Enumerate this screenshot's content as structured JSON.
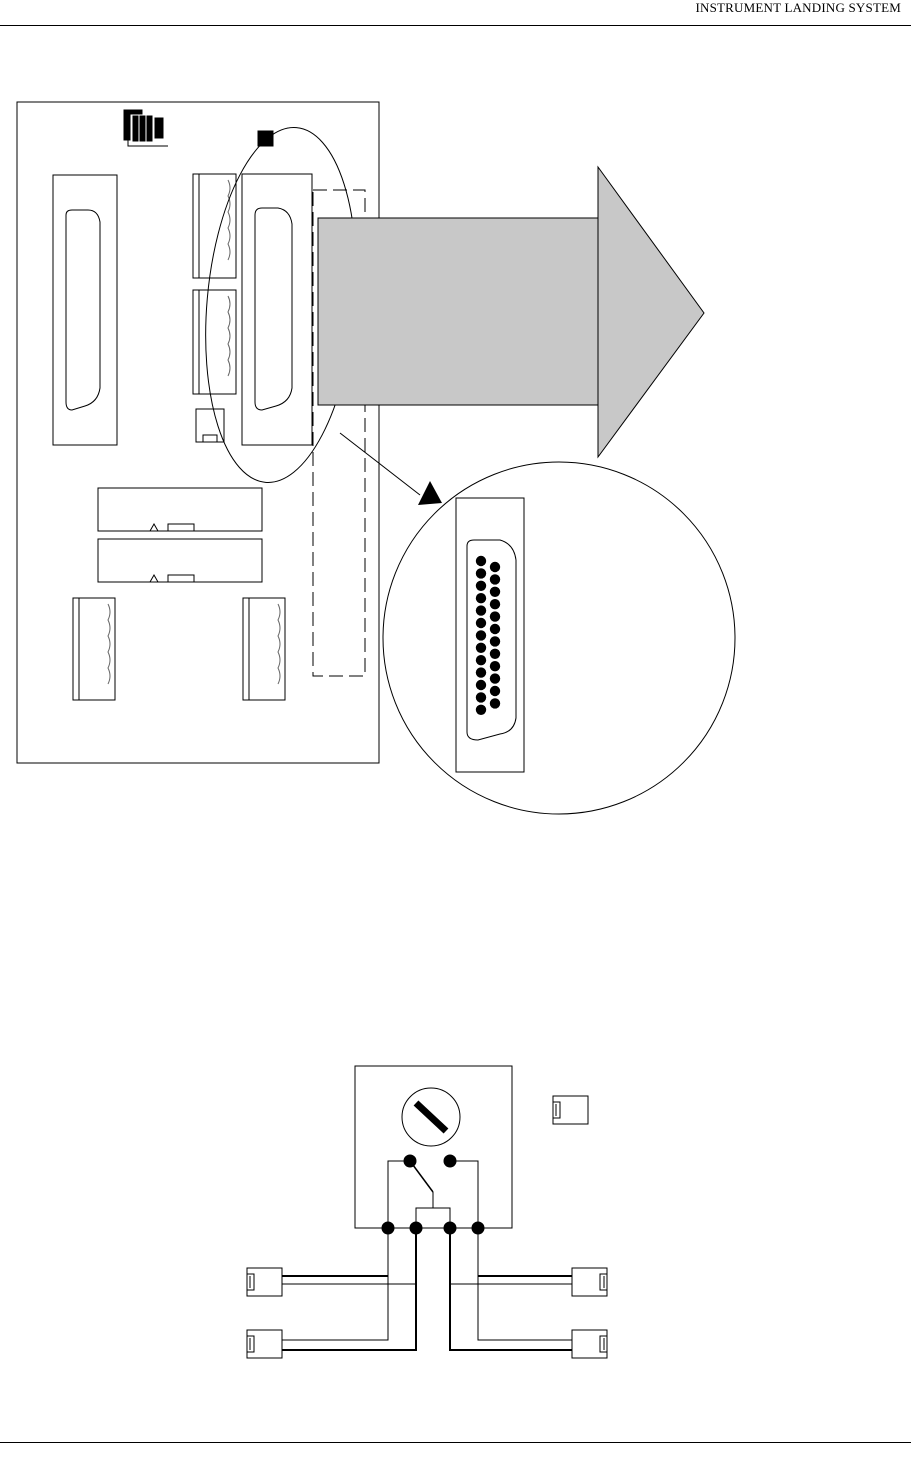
{
  "header": {
    "title": "INSTRUMENT LANDING SYSTEM"
  },
  "figures": {
    "board": {
      "connector_pin_count": 25
    },
    "switch": {
      "contact_count": 4,
      "plug_count": 4
    }
  }
}
